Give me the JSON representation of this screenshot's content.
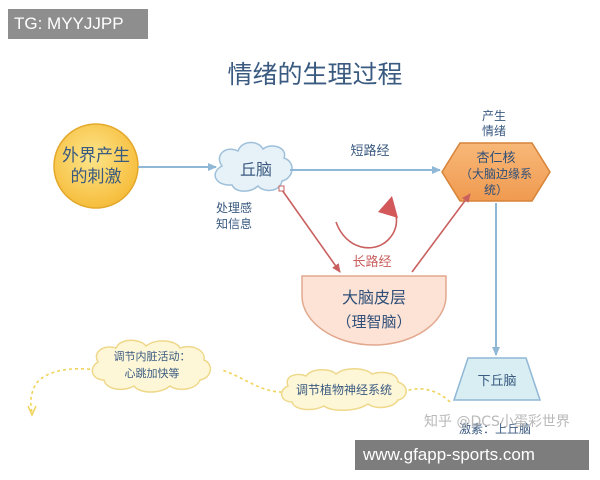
{
  "header": {
    "tag": "TG: MYYJJPP"
  },
  "title": "情绪的生理过程",
  "nodes": {
    "stimulus": [
      "外界产生",
      "的刺激"
    ],
    "thalamus": "丘脑",
    "thalamus_note": [
      "处理感",
      "知信息"
    ],
    "amygdala_top": [
      "产生",
      "情绪"
    ],
    "amygdala": [
      "杏仁核",
      "（大脑边缘系",
      "统）"
    ],
    "cortex": [
      "大脑皮层",
      "（理智脑）"
    ],
    "hypothalamus": "下丘脑",
    "visceral": [
      "调节内脏活动：",
      "心跳加快等"
    ],
    "nervous": "调节植物神经系统",
    "hormones": "激素：上丘脑"
  },
  "paths": {
    "short": "短路经",
    "long": "长路经"
  },
  "footer": {
    "watermark": "知乎 @DCS小蛋彩世界",
    "site": "www.gfapp-sports.com"
  },
  "colors": {
    "arrow": "#8fb7d6",
    "long_path": "#c9605f",
    "text": "#3a5a80",
    "stimulus": "#f9c94e",
    "amygdala": "#f4a560",
    "cortex": "#fde3d6",
    "hypothalamus": "#d9eef3",
    "cloud": "#fdf7d8"
  }
}
